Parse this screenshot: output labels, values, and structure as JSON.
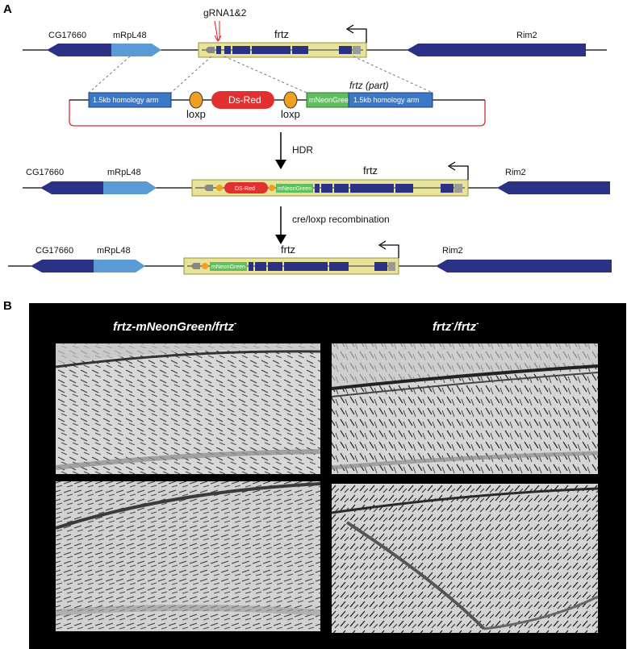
{
  "panels": {
    "a_label": "A",
    "b_label": "B"
  },
  "genes": {
    "cg17660": "CG17660",
    "mrpl48": "mRpL48",
    "frtz": "frtz",
    "rim2": "Rim2"
  },
  "grna": "gRNA1&2",
  "donor": {
    "homology_arm_left": "1.5kb homology arm",
    "homology_arm_right": "1.5kb homology arm",
    "dsred": "Ds-Red",
    "loxp": "loxp",
    "mneongreen": "mNeonGreen",
    "frtz_part": "frtz (part)"
  },
  "steps": {
    "hdr": "HDR",
    "cre": "cre/loxp recombination"
  },
  "knockin": {
    "dsred_small": "DS-Red",
    "mneongreen_small": "mNeonGreen"
  },
  "panel_b": {
    "left_title_main": "frtz-mNeonGreen/frtz",
    "left_title_sup": "-",
    "right_title_a": "frtz",
    "right_title_sup_a": "-",
    "right_title_b": "/frtz",
    "right_title_sup_b": "-"
  },
  "colors": {
    "dark_blue": "#2b3185",
    "light_blue": "#5b9bd5",
    "frtz_box": "#e8e39a",
    "dsred": "#e03030",
    "mneongreen": "#5fbf5f",
    "loxp": "#f0a020",
    "homology_arm": "#3a78c8"
  }
}
